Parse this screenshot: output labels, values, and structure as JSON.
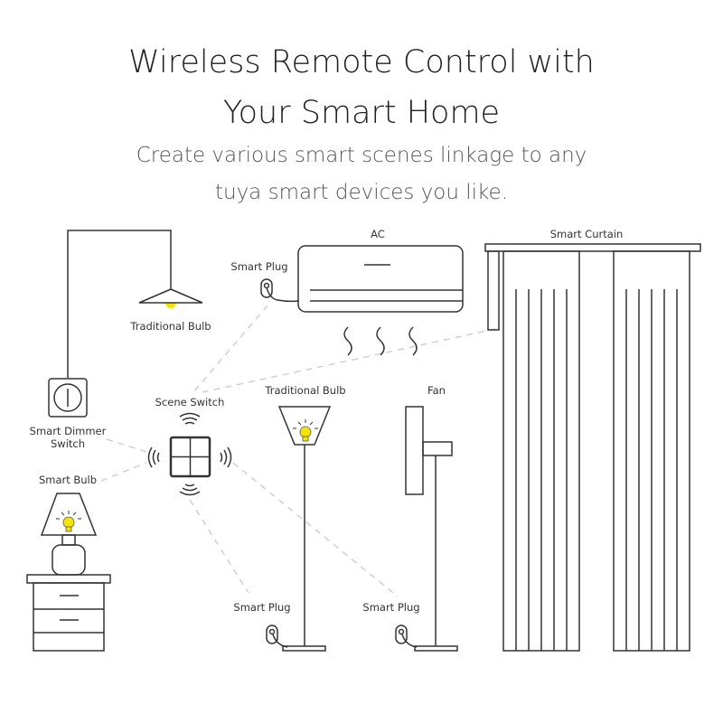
{
  "header": {
    "title_line1": "Wireless Remote Control with",
    "title_line2": "Your Smart Home",
    "subtitle_line1": "Create various smart scenes linkage to any",
    "subtitle_line2": "tuya smart devices you like."
  },
  "labels": {
    "pendant_bulb": "Traditional Bulb",
    "dimmer_line1": "Smart Dimmer",
    "dimmer_line2": "Switch",
    "smart_bulb": "Smart Bulb",
    "scene_switch": "Scene Switch",
    "ac": "AC",
    "ac_plug": "Smart Plug",
    "curtain": "Smart Curtain",
    "floor_bulb": "Traditional Bulb",
    "fan": "Fan",
    "floor_plug": "Smart Plug",
    "fan_plug": "Smart Plug"
  },
  "colors": {
    "bulb": "#f5e400",
    "line": "#333333",
    "link": "#d0d0d0"
  }
}
